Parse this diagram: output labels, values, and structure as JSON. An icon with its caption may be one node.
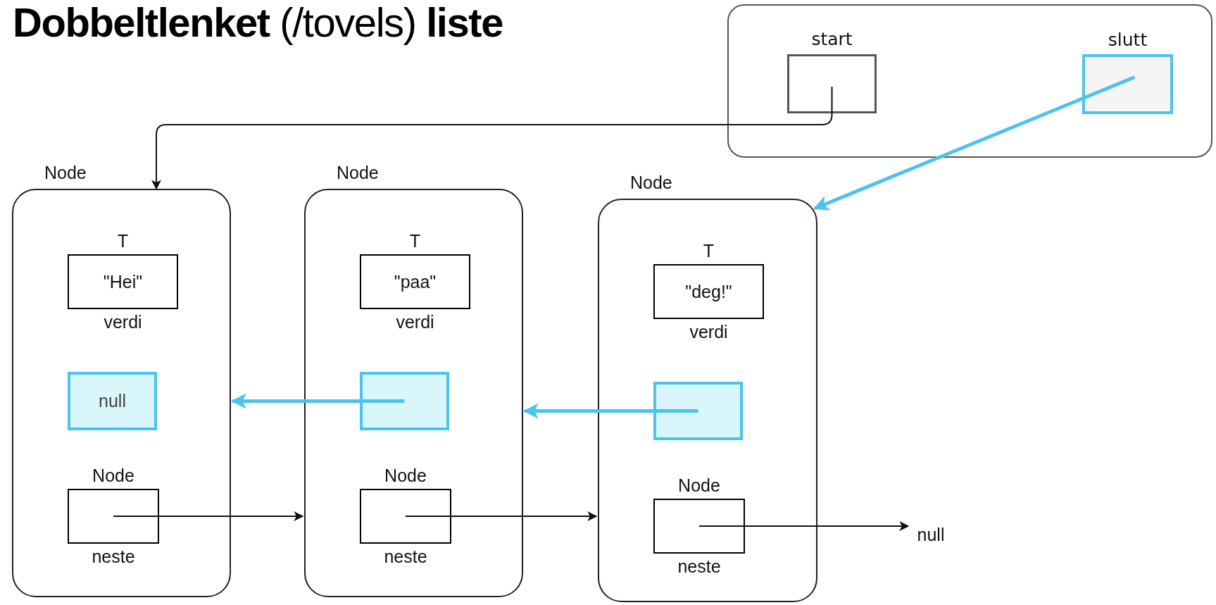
{
  "diagram": {
    "title": "**Dobbeltlenket** (/tovels) **liste**",
    "nodes": [
      {
        "text": [],
        "shape": "box"
      },
      {
        "text": [
          "start"
        ],
        "in": 0
      },
      {
        "text": [
          "slutt"
        ],
        "in": 0
      },
      {
        "text": [
          "Node"
        ]
      },
      {
        "text": [
          "T",
          "\"Hei\""
        ],
        "beside": [
          "verdi"
        ],
        "in": 3
      },
      {
        "text": [
          "null"
        ],
        "in": 3
      },
      {
        "text": [
          "Node"
        ],
        "beside": [
          "neste"
        ],
        "in": 3
      },
      {
        "text": [
          "Node"
        ]
      },
      {
        "text": [
          "T",
          "\"paa\""
        ],
        "beside": [
          "verdi"
        ],
        "in": 7
      },
      {
        "text": [],
        "shape": "box",
        "in": 7
      },
      {
        "text": [
          "Node"
        ],
        "beside": [
          "neste"
        ],
        "in": 7
      },
      {
        "text": [
          "Node"
        ]
      },
      {
        "text": [
          "T",
          "\"deg!\""
        ],
        "beside": [
          "verdi"
        ],
        "in": 11
      },
      {
        "text": [],
        "shape": "box",
        "in": 11
      },
      {
        "text": [
          "Node"
        ],
        "beside": [
          "neste"
        ],
        "in": 11
      },
      {
        "text": [
          "null"
        ]
      }
    ],
    "edges": [
      {
        "from": 1,
        "to": 3,
        "arrow": "to"
      },
      {
        "from": 2,
        "to": 11,
        "arrow": "to",
        "style": "thick",
        "color": "#4cc3ea"
      },
      {
        "from": 9,
        "to": 3,
        "arrow": "to",
        "style": "thick",
        "color": "#4cc3ea"
      },
      {
        "from": 13,
        "to": 7,
        "arrow": "to",
        "style": "thick",
        "color": "#4cc3ea"
      },
      {
        "from": 6,
        "to": 7,
        "arrow": "to"
      },
      {
        "from": 10,
        "to": 11,
        "arrow": "to"
      },
      {
        "from": 14,
        "to": 15,
        "arrow": "to"
      }
    ]
  }
}
